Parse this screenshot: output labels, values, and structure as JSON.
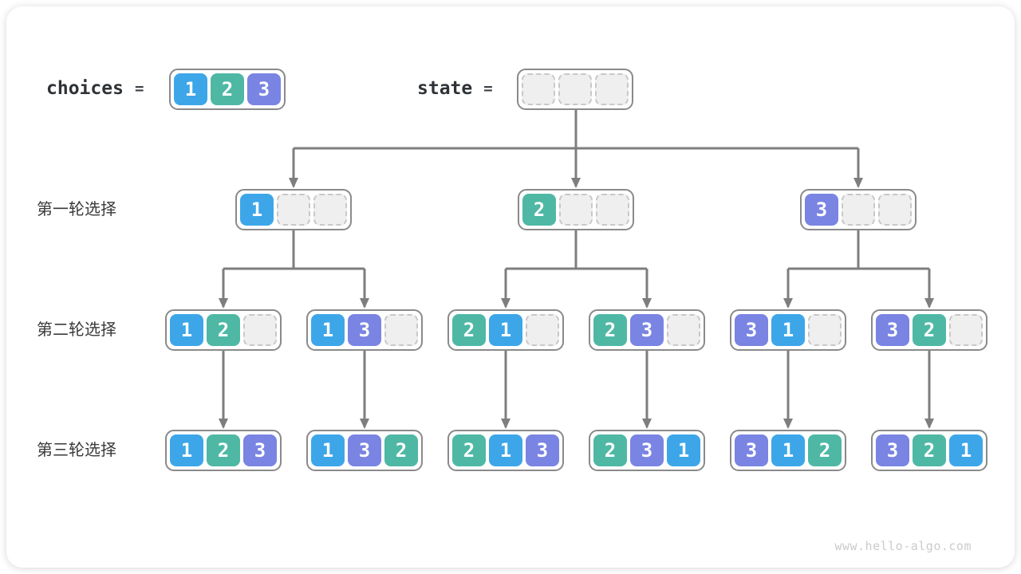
{
  "header": {
    "choices_label": "choices",
    "equals_sign": "=",
    "choices": [
      1,
      2,
      3
    ],
    "state": [
      null,
      null,
      null
    ]
  },
  "state_label": "state",
  "row_labels": [
    "第一轮选择",
    "第二轮选择",
    "第三轮选择"
  ],
  "tree": {
    "level1": [
      [
        1,
        null,
        null
      ],
      [
        2,
        null,
        null
      ],
      [
        3,
        null,
        null
      ]
    ],
    "level2": [
      [
        1,
        2,
        null
      ],
      [
        1,
        3,
        null
      ],
      [
        2,
        1,
        null
      ],
      [
        2,
        3,
        null
      ],
      [
        3,
        1,
        null
      ],
      [
        3,
        2,
        null
      ]
    ],
    "level3": [
      [
        1,
        2,
        3
      ],
      [
        1,
        3,
        2
      ],
      [
        2,
        1,
        3
      ],
      [
        2,
        3,
        1
      ],
      [
        3,
        1,
        2
      ],
      [
        3,
        2,
        1
      ]
    ]
  },
  "colors": {
    "value_1": "#3da6e9",
    "value_2": "#4eb8a5",
    "value_3": "#7a84e2",
    "empty_cell_fill": "#efeff0",
    "empty_cell_border": "#c8c8c8",
    "node_border": "#8a8a8a",
    "edge": "#7e7e7e"
  },
  "watermark": "www.hello-algo.com"
}
